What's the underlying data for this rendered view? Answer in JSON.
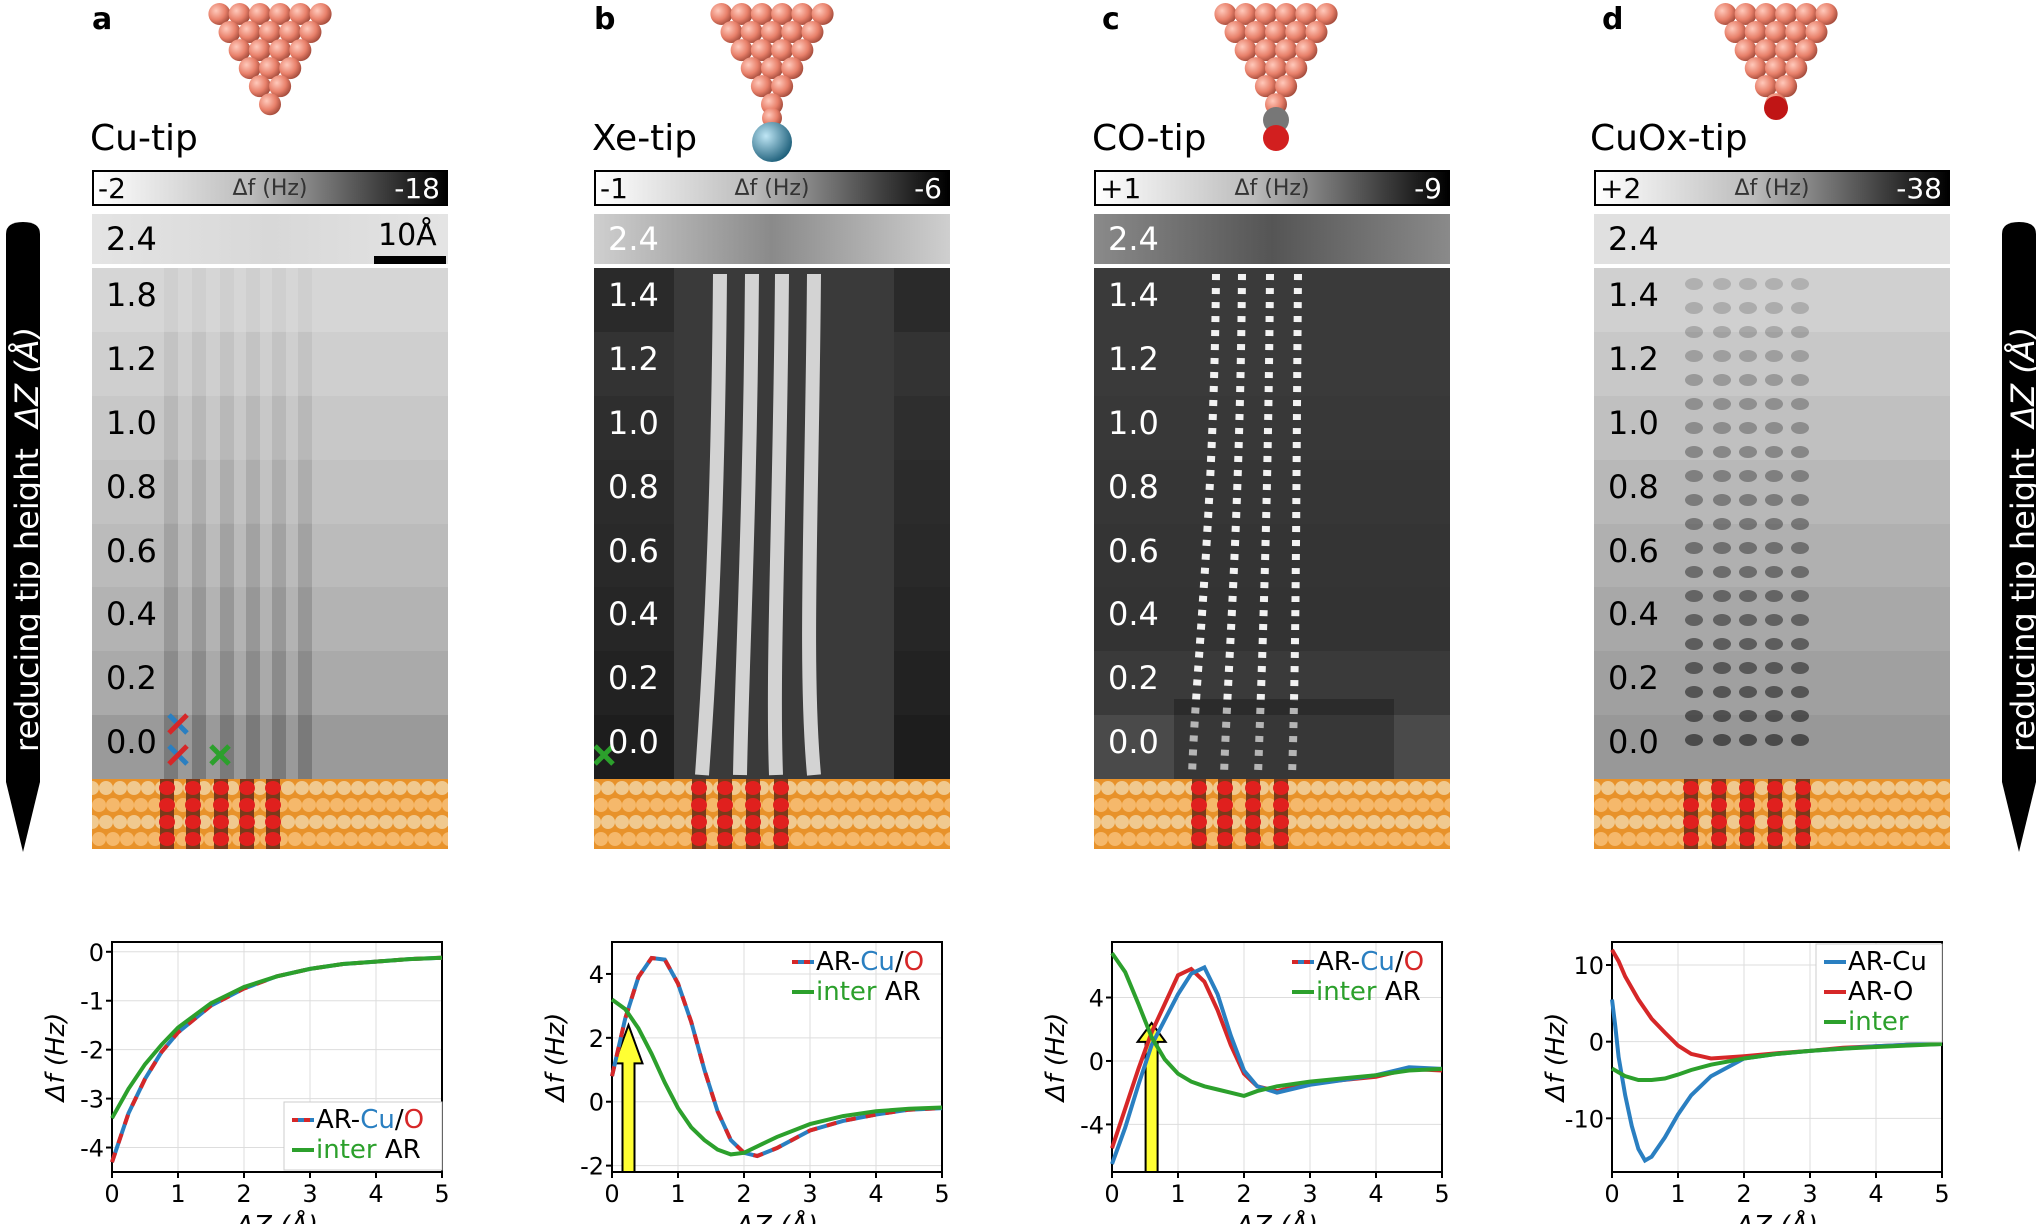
{
  "panels": [
    {
      "letter": "a",
      "tip": "Cu-tip",
      "cbar_lo": "-2",
      "cbar_hi": "-18",
      "cbar_mid": "Δf (Hz)",
      "heights": [
        "2.4",
        "1.8",
        "1.2",
        "1.0",
        "0.8",
        "0.6",
        "0.4",
        "0.2",
        "0.0"
      ]
    },
    {
      "letter": "b",
      "tip": "Xe-tip",
      "cbar_lo": "-1",
      "cbar_hi": "-6",
      "cbar_mid": "Δf (Hz)",
      "heights": [
        "2.4",
        "1.4",
        "1.2",
        "1.0",
        "0.8",
        "0.6",
        "0.4",
        "0.2",
        "0.0"
      ]
    },
    {
      "letter": "c",
      "tip": "CO-tip",
      "cbar_lo": "+1",
      "cbar_hi": "-9",
      "cbar_mid": "Δf (Hz)",
      "heights": [
        "2.4",
        "1.4",
        "1.2",
        "1.0",
        "0.8",
        "0.6",
        "0.4",
        "0.2",
        "0.0"
      ]
    },
    {
      "letter": "d",
      "tip": "CuOx-tip",
      "cbar_lo": "+2",
      "cbar_hi": "-38",
      "cbar_mid": "Δf (Hz)",
      "heights": [
        "2.4",
        "1.4",
        "1.2",
        "1.0",
        "0.8",
        "0.6",
        "0.4",
        "0.2",
        "0.0"
      ]
    }
  ],
  "scalebar_label": "10Å",
  "side_label_left": "reducing tip height",
  "side_label_axis": "ΔZ (Å)",
  "side_label_right": "reducing tip height",
  "colors": {
    "cu": "#e8806a",
    "ar_cu": "#2a7fc1",
    "ar_o": "#d62728",
    "inter": "#2ca02c",
    "arrow": "#ffff33",
    "xe": "#3f8fb0"
  },
  "chart_data": [
    {
      "type": "line",
      "xlabel": "ΔZ (Å)",
      "ylabel": "Δf (Hz)",
      "xlim": [
        0,
        5
      ],
      "ylim": [
        -4.5,
        0.2
      ],
      "xticks": [
        "0",
        "1",
        "2",
        "3",
        "4",
        "5"
      ],
      "yticks": [
        "0",
        "-1",
        "-2",
        "-3",
        "-4"
      ],
      "ytick_vals": [
        0,
        -1,
        -2,
        -3,
        -4
      ],
      "legend": [
        {
          "parts": [
            "AR-",
            "Cu",
            "/",
            "O"
          ],
          "style": "dashed"
        },
        {
          "parts": [
            "inter",
            " AR"
          ],
          "style": "inter"
        }
      ],
      "series": [
        {
          "key": "ar",
          "x": [
            0,
            0.25,
            0.5,
            0.75,
            1,
            1.5,
            2,
            2.5,
            3,
            3.5,
            4,
            4.5,
            5
          ],
          "y": [
            -4.3,
            -3.3,
            -2.6,
            -2.05,
            -1.65,
            -1.1,
            -0.75,
            -0.5,
            -0.35,
            -0.25,
            -0.2,
            -0.15,
            -0.12
          ]
        },
        {
          "key": "inter",
          "x": [
            0,
            0.25,
            0.5,
            0.75,
            1,
            1.5,
            2,
            2.5,
            3,
            3.5,
            4,
            4.5,
            5
          ],
          "y": [
            -3.4,
            -2.8,
            -2.3,
            -1.9,
            -1.55,
            -1.05,
            -0.72,
            -0.5,
            -0.35,
            -0.25,
            -0.2,
            -0.15,
            -0.12
          ]
        }
      ]
    },
    {
      "type": "line",
      "xlabel": "ΔZ (Å)",
      "ylabel": "Δf (Hz)",
      "xlim": [
        0,
        5
      ],
      "ylim": [
        -2.2,
        5
      ],
      "xticks": [
        "0",
        "1",
        "2",
        "3",
        "4",
        "5"
      ],
      "yticks": [
        "4",
        "2",
        "0",
        "-2"
      ],
      "ytick_vals": [
        4,
        2,
        0,
        -2
      ],
      "legend": [
        {
          "parts": [
            "AR-",
            "Cu",
            "/",
            "O"
          ],
          "style": "dashed"
        },
        {
          "parts": [
            "inter",
            " AR"
          ],
          "style": "inter"
        }
      ],
      "arrow_x": 0.25,
      "series": [
        {
          "key": "ar",
          "x": [
            0,
            0.2,
            0.4,
            0.6,
            0.8,
            1,
            1.2,
            1.4,
            1.6,
            1.8,
            2,
            2.2,
            2.5,
            3,
            3.5,
            4,
            4.5,
            5
          ],
          "y": [
            0.8,
            2.6,
            3.9,
            4.5,
            4.45,
            3.7,
            2.5,
            1.0,
            -0.3,
            -1.2,
            -1.6,
            -1.7,
            -1.45,
            -0.9,
            -0.6,
            -0.4,
            -0.25,
            -0.2
          ]
        },
        {
          "key": "inter",
          "x": [
            0,
            0.2,
            0.4,
            0.6,
            0.8,
            1,
            1.2,
            1.4,
            1.6,
            1.8,
            2,
            2.2,
            2.5,
            3,
            3.5,
            4,
            4.5,
            5
          ],
          "y": [
            3.2,
            2.9,
            2.3,
            1.5,
            0.6,
            -0.2,
            -0.8,
            -1.2,
            -1.5,
            -1.65,
            -1.6,
            -1.4,
            -1.1,
            -0.7,
            -0.45,
            -0.3,
            -0.22,
            -0.18
          ]
        }
      ]
    },
    {
      "type": "line",
      "xlabel": "ΔZ (Å)",
      "ylabel": "Δf (Hz)",
      "xlim": [
        0,
        5
      ],
      "ylim": [
        -7,
        7.5
      ],
      "xticks": [
        "0",
        "1",
        "2",
        "3",
        "4",
        "5"
      ],
      "yticks": [
        "4",
        "0",
        "-4"
      ],
      "ytick_vals": [
        4,
        0,
        -4
      ],
      "legend": [
        {
          "parts": [
            "AR-",
            "Cu",
            "/",
            "O"
          ],
          "style": "dashed"
        },
        {
          "parts": [
            "inter",
            " AR"
          ],
          "style": "inter"
        }
      ],
      "arrow_x": 0.6,
      "series": [
        {
          "key": "ar_o",
          "x": [
            0,
            0.2,
            0.4,
            0.6,
            0.8,
            1,
            1.2,
            1.4,
            1.6,
            1.8,
            2,
            2.2,
            2.5,
            3,
            3.5,
            4,
            4.5,
            5
          ],
          "y": [
            -5.5,
            -3,
            -0.5,
            1.8,
            3.6,
            5.4,
            5.8,
            5.0,
            3.2,
            1.0,
            -0.8,
            -1.6,
            -1.9,
            -1.4,
            -1.2,
            -1.0,
            -0.5,
            -0.6
          ]
        },
        {
          "key": "ar_cu",
          "x": [
            0,
            0.2,
            0.4,
            0.6,
            0.8,
            1,
            1.2,
            1.4,
            1.6,
            1.8,
            2,
            2.2,
            2.5,
            3,
            3.5,
            4,
            4.5,
            5
          ],
          "y": [
            -6.5,
            -4.2,
            -1.5,
            1.0,
            2.6,
            4.2,
            5.5,
            5.9,
            4.2,
            1.6,
            -0.6,
            -1.6,
            -2.0,
            -1.5,
            -1.2,
            -0.9,
            -0.4,
            -0.5
          ]
        },
        {
          "key": "inter",
          "x": [
            0,
            0.2,
            0.4,
            0.6,
            0.8,
            1,
            1.2,
            1.4,
            1.6,
            1.8,
            2,
            2.2,
            2.5,
            3,
            3.5,
            4,
            4.5,
            5
          ],
          "y": [
            6.8,
            5.6,
            3.6,
            1.5,
            0.1,
            -0.8,
            -1.3,
            -1.6,
            -1.8,
            -2.0,
            -2.2,
            -1.9,
            -1.6,
            -1.3,
            -1.1,
            -0.9,
            -0.6,
            -0.5
          ]
        }
      ]
    },
    {
      "type": "line",
      "xlabel": "ΔZ (Å)",
      "ylabel": "Δf (Hz)",
      "xlim": [
        0,
        5
      ],
      "ylim": [
        -17,
        13
      ],
      "xticks": [
        "0",
        "1",
        "2",
        "3",
        "4",
        "5"
      ],
      "yticks": [
        "10",
        "0",
        "-10"
      ],
      "ytick_vals": [
        10,
        0,
        -10
      ],
      "legend": [
        {
          "parts": [
            "AR-Cu"
          ],
          "style": "ar_cu"
        },
        {
          "parts": [
            "AR-O"
          ],
          "style": "ar_o"
        },
        {
          "parts": [
            "inter"
          ],
          "style": "inter"
        }
      ],
      "series": [
        {
          "key": "ar_o",
          "x": [
            0,
            0.1,
            0.2,
            0.4,
            0.6,
            0.8,
            1,
            1.2,
            1.5,
            2,
            2.5,
            3,
            3.5,
            4,
            4.5,
            5
          ],
          "y": [
            12,
            10.5,
            8.5,
            5.5,
            3,
            1.2,
            -0.5,
            -1.6,
            -2.2,
            -1.9,
            -1.5,
            -1.2,
            -0.8,
            -0.6,
            -0.4,
            -0.3
          ]
        },
        {
          "key": "ar_cu",
          "x": [
            0,
            0.05,
            0.1,
            0.2,
            0.3,
            0.4,
            0.5,
            0.6,
            0.8,
            1,
            1.2,
            1.5,
            2,
            2.5,
            3,
            3.5,
            4,
            4.5,
            5
          ],
          "y": [
            5.5,
            2,
            -2,
            -7,
            -11,
            -14,
            -15.5,
            -15,
            -12.5,
            -9.5,
            -7,
            -4.5,
            -2.2,
            -1.6,
            -1.2,
            -0.9,
            -0.6,
            -0.4,
            -0.3
          ]
        },
        {
          "key": "inter",
          "x": [
            0,
            0.2,
            0.4,
            0.6,
            0.8,
            1,
            1.2,
            1.5,
            2,
            2.5,
            3,
            3.5,
            4,
            4.5,
            5
          ],
          "y": [
            -3.5,
            -4.5,
            -5,
            -5,
            -4.8,
            -4.3,
            -3.7,
            -3,
            -2.2,
            -1.6,
            -1.2,
            -0.9,
            -0.7,
            -0.5,
            -0.3
          ]
        }
      ]
    }
  ]
}
